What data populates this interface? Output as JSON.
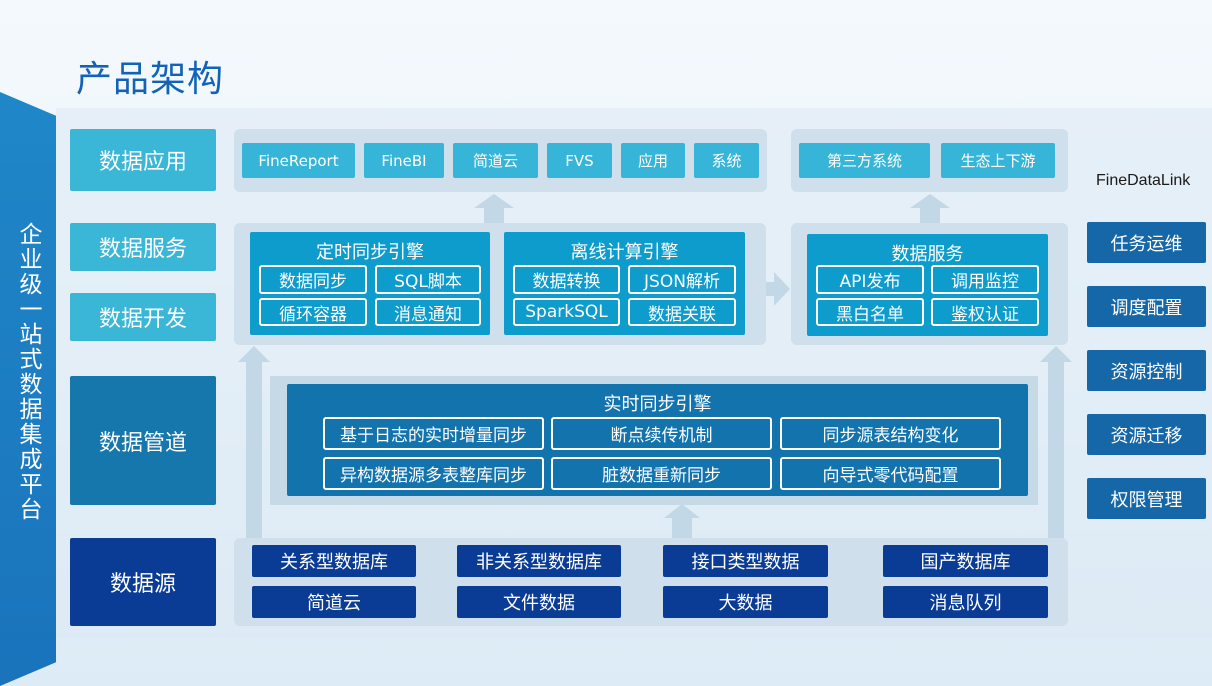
{
  "title": "产品架构",
  "platform_label": "企业级一站式数据集成平台",
  "product_name": "FineDataLink",
  "rows": {
    "app": "数据应用",
    "service": "数据服务",
    "dev": "数据开发",
    "pipeline": "数据管道",
    "source": "数据源"
  },
  "app_items_left": [
    "FineReport",
    "FineBI",
    "简道云",
    "FVS",
    "应用",
    "系统"
  ],
  "app_items_right": [
    "第三方系统",
    "生态上下游"
  ],
  "scheduled_engine": {
    "title": "定时同步引擎",
    "items": [
      "数据同步",
      "SQL脚本",
      "循环容器",
      "消息通知"
    ]
  },
  "offline_engine": {
    "title": "离线计算引擎",
    "items": [
      "数据转换",
      "JSON解析",
      "SparkSQL",
      "数据关联"
    ]
  },
  "data_service": {
    "title": "数据服务",
    "items": [
      "API发布",
      "调用监控",
      "黑白名单",
      "鉴权认证"
    ]
  },
  "realtime_engine": {
    "title": "实时同步引擎",
    "items": [
      "基于日志的实时增量同步",
      "断点续传机制",
      "同步源表结构变化",
      "异构数据源多表整库同步",
      "脏数据重新同步",
      "向导式零代码配置"
    ]
  },
  "sources": [
    "关系型数据库",
    "非关系型数据库",
    "接口类型数据",
    "国产数据库",
    "简道云",
    "文件数据",
    "大数据",
    "消息队列"
  ],
  "side_buttons": [
    "任务运维",
    "调度配置",
    "资源控制",
    "资源迁移",
    "权限管理"
  ],
  "colors": {
    "title": "#1263b8",
    "light_label": "#3ab6d7",
    "mid_label": "#1577ac",
    "dark_label": "#0a3c95",
    "chip": "#36b5d8",
    "engine": "#0d9ccc",
    "side_button": "#1567a8",
    "arrow": "#c3d8e6"
  }
}
